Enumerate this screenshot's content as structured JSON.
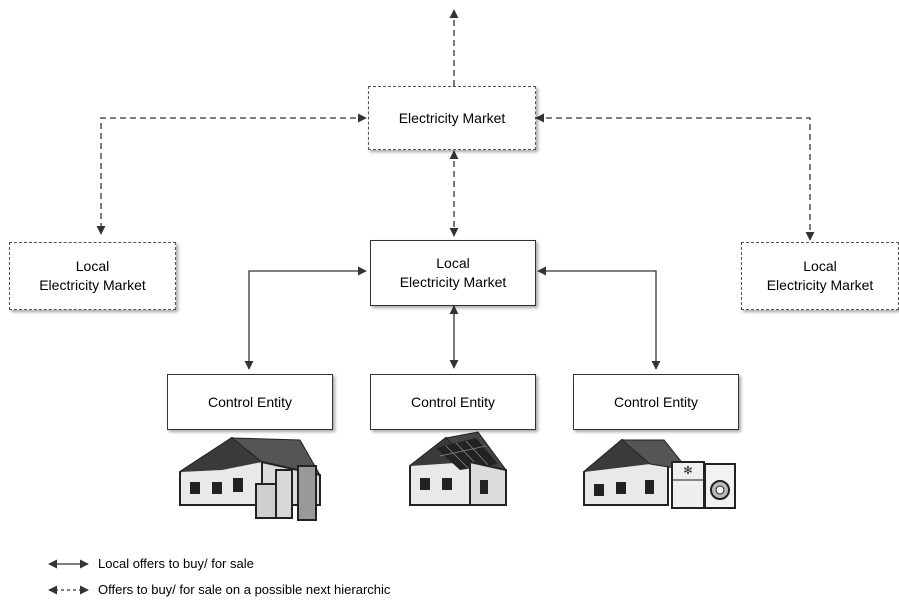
{
  "nodes": {
    "top_market": "Electricity Market",
    "local_left": "Local\nElectricity Market",
    "local_center": "Local\nElectricity Market",
    "local_right": "Local\nElectricity Market",
    "control_left": "Control Entity",
    "control_center": "Control Entity",
    "control_right": "Control Entity"
  },
  "houses": {
    "left": "house-with-storage-icon",
    "center": "house-with-solar-panels-icon",
    "right": "house-with-appliances-icon"
  },
  "legend": {
    "solid": "Local offers to buy/ for sale",
    "dashed": "Offers to buy/ for sale on a possible next hierarchic"
  }
}
